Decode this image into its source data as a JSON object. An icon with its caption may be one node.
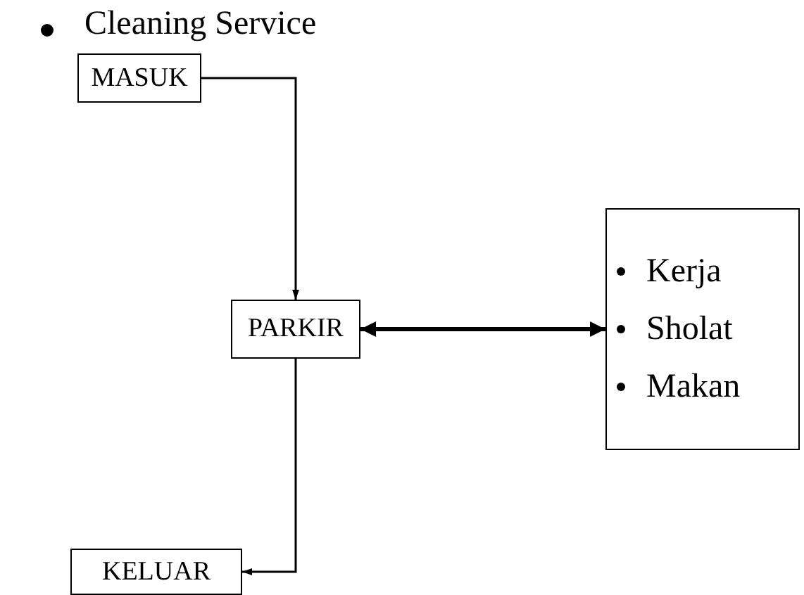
{
  "diagram": {
    "title": "Cleaning Service",
    "nodes": [
      {
        "text": [
          "MASUK"
        ]
      },
      {
        "text": [
          "PARKIR"
        ]
      },
      {
        "text": [
          "Kerja",
          "Sholat",
          "Makan"
        ]
      },
      {
        "text": [
          "KELUAR"
        ]
      }
    ],
    "edges": [
      {
        "from": 0,
        "to": 1,
        "arrow": "to"
      },
      {
        "from": 1,
        "to": 2,
        "arrow": "both",
        "style": "thick"
      },
      {
        "from": 1,
        "to": 3,
        "arrow": "to"
      }
    ]
  }
}
